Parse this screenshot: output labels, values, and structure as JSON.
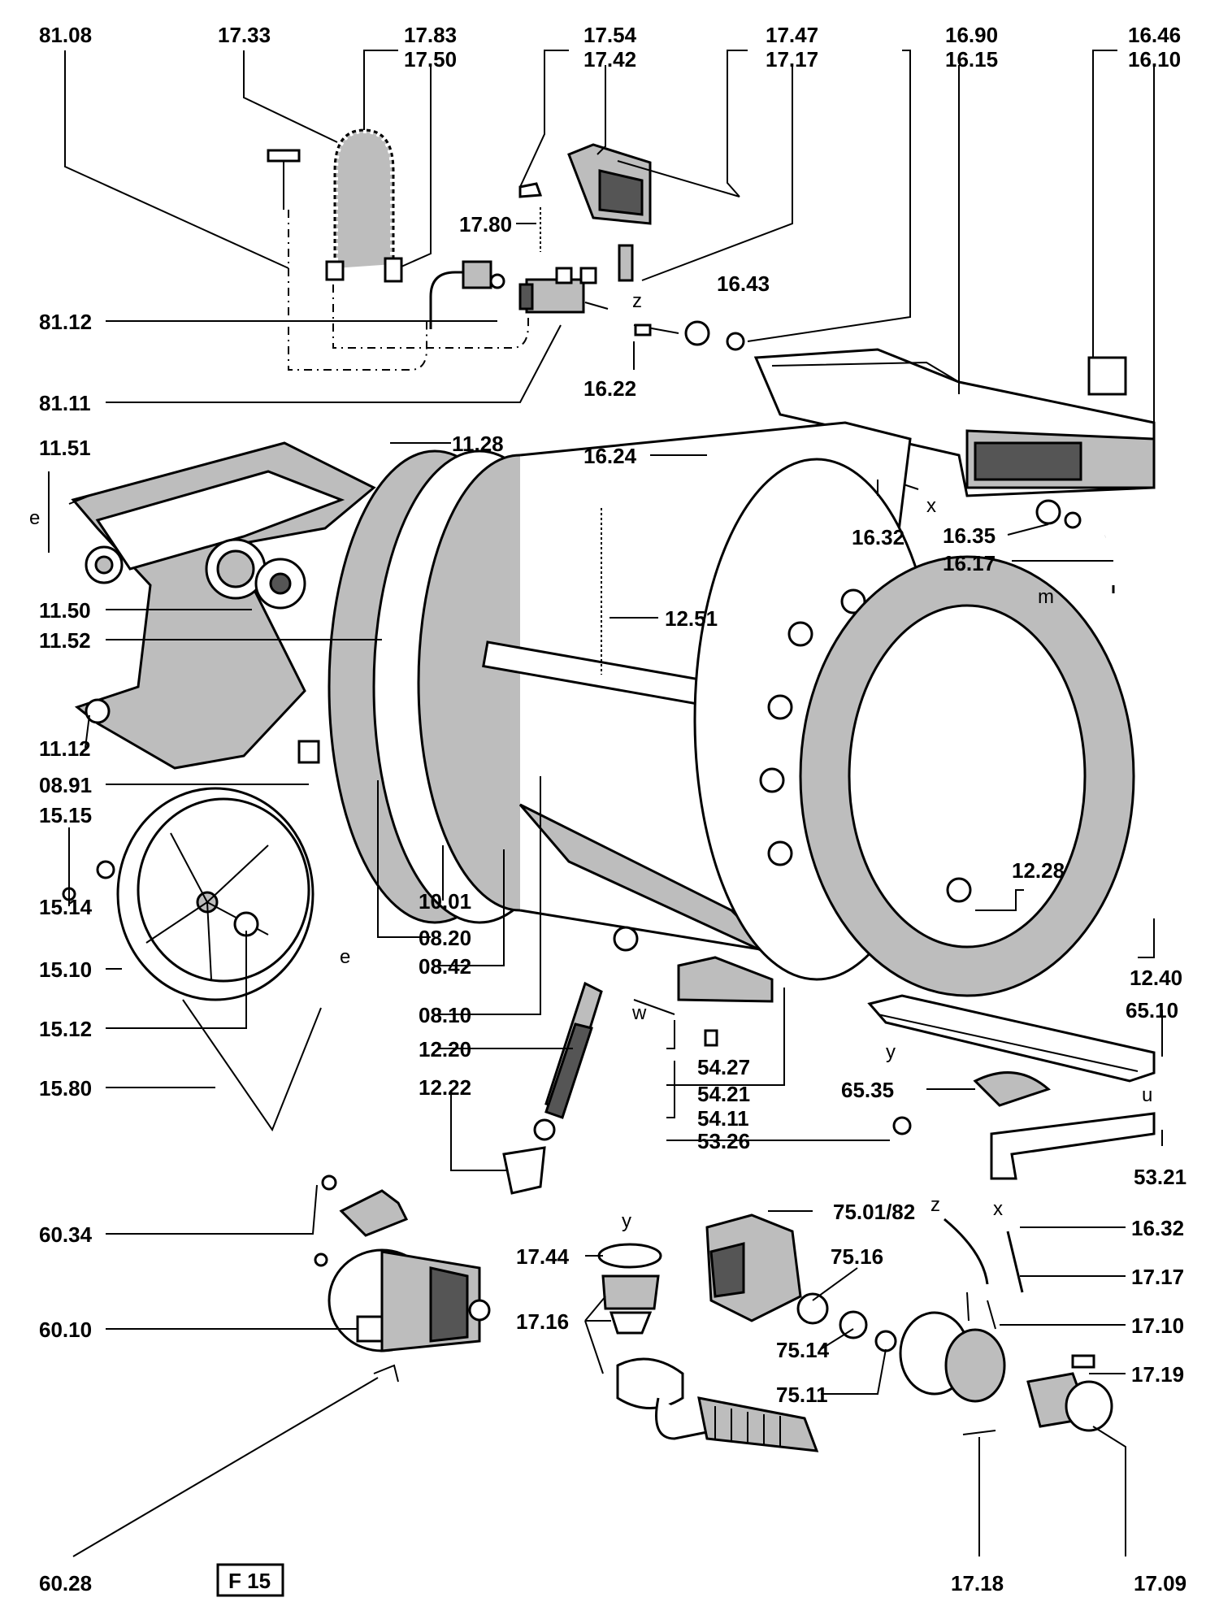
{
  "figure_code": "F 15",
  "part_numbers": {
    "p8108": "81.08",
    "p1733": "17.33",
    "p1783": "17.83",
    "p1750": "17.50",
    "p1754": "17.54",
    "p1742": "17.42",
    "p1747": "17.47",
    "p1717a": "17.17",
    "p1690": "16.90",
    "p1615": "16.15",
    "p1646": "16.46",
    "p1610": "16.10",
    "p1780": "17.80",
    "p1643": "16.43",
    "p8112": "81.12",
    "p1622": "16.22",
    "p8111": "81.11",
    "p1128": "11.28",
    "p1624": "16.24",
    "p1151": "11.51",
    "p1632a": "16.32",
    "p1635": "16.35",
    "p1617": "16.17",
    "p1150": "11.50",
    "p1251": "12.51",
    "p1152": "11.52",
    "p1112": "11.12",
    "p0891": "08.91",
    "p1515": "15.15",
    "p1514": "15.14",
    "p1228": "12.28",
    "p1001": "10.01",
    "p0820": "08.20",
    "p1240": "12.40",
    "p0842": "08.42",
    "p1510": "15.10",
    "p6510": "65.10",
    "p0810": "08.10",
    "p1512": "15.12",
    "p1220": "12.20",
    "p5427": "54.27",
    "p5421": "54.21",
    "p6535": "65.35",
    "p1580": "15.80",
    "p1222": "12.22",
    "p5411": "54.11",
    "p5326": "53.26",
    "p5321": "53.21",
    "p6034": "60.34",
    "p7501": "75.01/82",
    "p1632b": "16.32",
    "p7516": "75.16",
    "p1744": "17.44",
    "p1717b": "17.17",
    "p1716": "17.16",
    "p1710": "17.10",
    "p6010": "60.10",
    "p7514": "75.14",
    "p1719": "17.19",
    "p7511": "75.11",
    "p6028": "60.28",
    "p1718": "17.18",
    "p1709": "17.09"
  },
  "connection_letters": {
    "e1": "e",
    "e2": "e",
    "x1": "x",
    "x2": "x",
    "z1": "z",
    "z2": "z",
    "m": "m",
    "w": "w",
    "y1": "y",
    "y2": "y",
    "u": "u"
  }
}
